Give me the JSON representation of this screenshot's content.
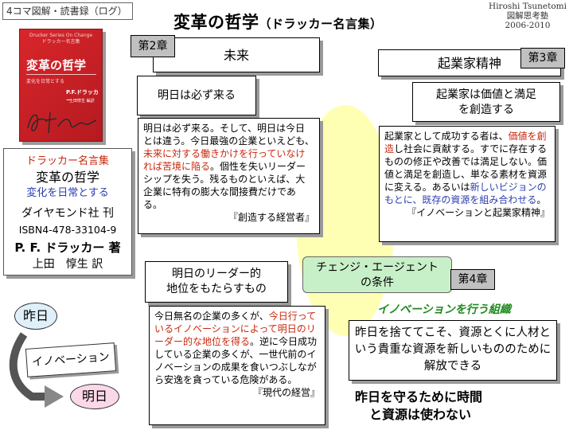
{
  "header": {
    "tag": "4コマ図解・読書録（ログ）",
    "title_main": "変革の哲学",
    "title_sub": "（ドラッカー名言集）",
    "author_name": "Hiroshi Tsunetomi",
    "author_org": "図解思考塾",
    "author_years": "2006-2010"
  },
  "book": {
    "cover_top": "Drucker Series On Change",
    "cover_top2": "ドラッカー名言集",
    "cover_title": "変革の哲学",
    "cover_sub": "変化を日常とする",
    "cover_author": "P.F.ドラッカー",
    "cover_translator": "上田惇生 編訳"
  },
  "info": {
    "series": "ドラッカー名言集",
    "title": "変革の哲学",
    "subtitle": "変化を日常とする",
    "publisher": "ダイヤモンド社 刊",
    "isbn": "ISBN4-478-33104-9",
    "author": "P. F. ドラッカー 著",
    "translator": "上田　惇生 訳"
  },
  "ch2": {
    "label": "第2章",
    "title": "未来",
    "heading": "明日は必ず来る",
    "text_1": "明日は必ず来る。そして、明日は今日とは違う。今日最強の企業といえども、",
    "text_red": "未来に対する働きかけを行っていなければ苦境に陥る",
    "text_2": "。個性を失いリーダーシップを失う。残るものといえば、大企業に特有の膨大な間接費だけである。",
    "source": "『創造する経営者』"
  },
  "ch3": {
    "label": "第3章",
    "title": "起業家精神",
    "heading_1": "起業家は価値と満足",
    "heading_2": "を創造する",
    "text_1": "起業家として成功する者は、",
    "text_red1": "価値を創造",
    "text_2": "し社会に貢献する。すでに存在するものの修正や改善では満足しない。価値と満足を創造し、単なる素材を資源に変える。あるいは",
    "text_blue": "新しいビジョンのもとに、既存の資源を組み合わせる",
    "text_3": "。",
    "source": "『イノベーションと起業家精神』"
  },
  "ch4": {
    "label": "第4章",
    "title_1": "チェンジ・エージェント",
    "title_2": "の条件",
    "heading_1": "明日のリーダー的",
    "heading_2": "地位をもたらすもの",
    "text_1": "今日無名の企業の多くが、",
    "text_red": "今日行っているイノベーションによって明日のリーダー的な地位を得る",
    "text_2": "。逆に今日成功している企業の多くが、一世代前のイノベーションの成果を食いつぶしながら安逸を貪っている危険がある。",
    "source": "『現代の経営』"
  },
  "innovation": {
    "org_title": "イノベーションを行う組織",
    "text": "昨日を捨ててこそ、資源とくに人材という貴重な資源を新しいもののために解放できる",
    "bottom_1": "昨日を守るために時間",
    "bottom_2": "と資源は使わない"
  },
  "cycle": {
    "yesterday": "昨日",
    "innovation": "イノベーション",
    "tomorrow": "明日"
  }
}
